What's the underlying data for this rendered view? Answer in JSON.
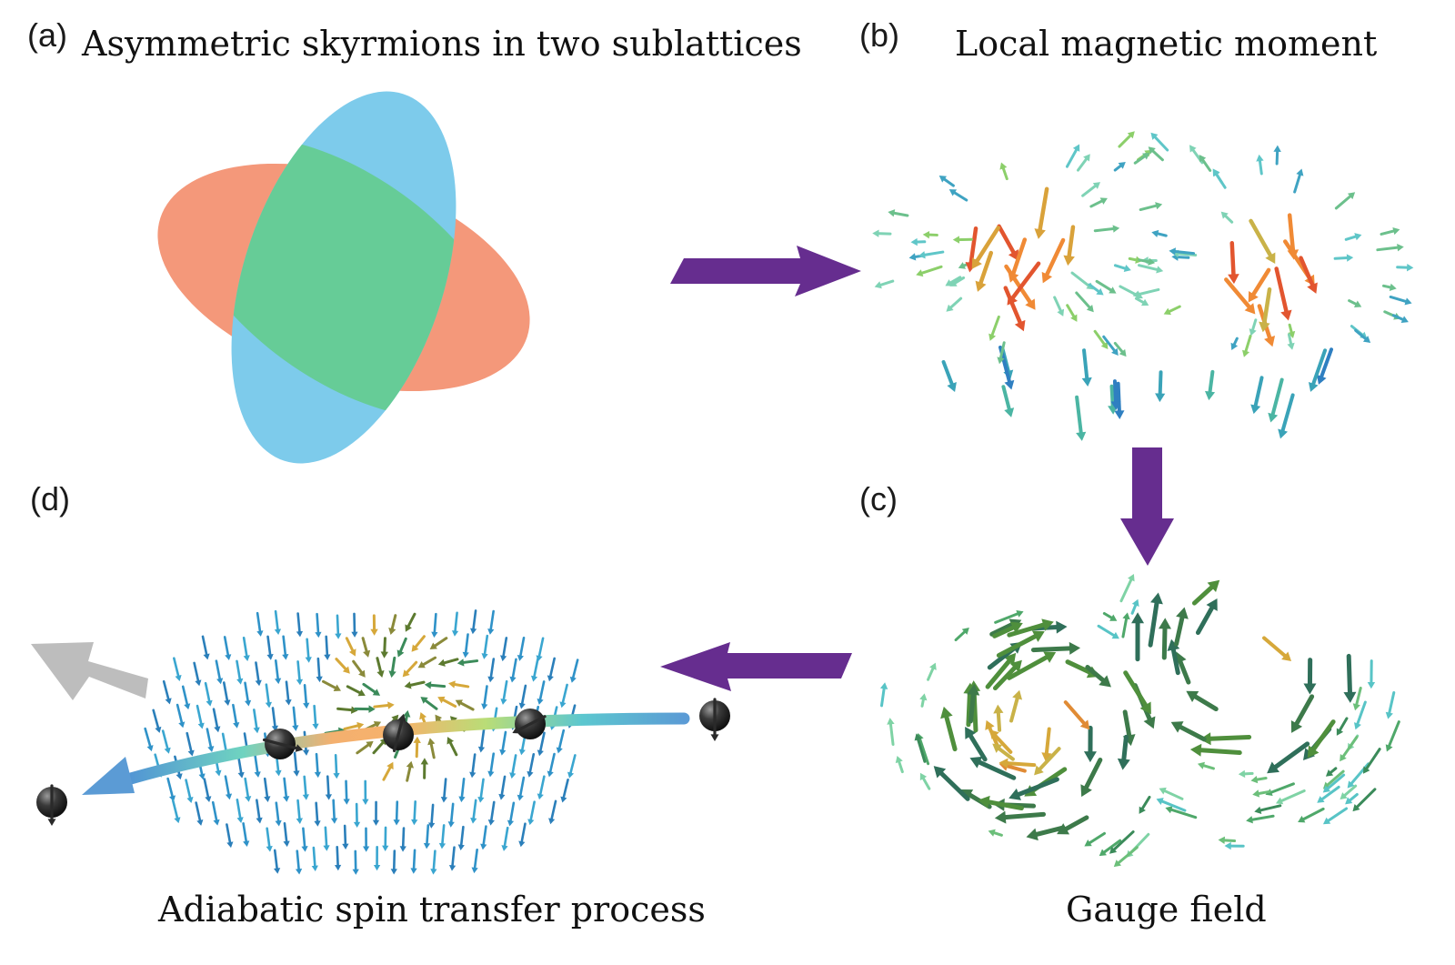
{
  "panels": {
    "a": {
      "letter": "(a)",
      "title": "Asymmetric skyrmions in two sublattices"
    },
    "b": {
      "letter": "(b)",
      "title": "Local magnetic moment"
    },
    "c": {
      "letter": "(c)",
      "title": "Gauge field"
    },
    "d": {
      "letter": "(d)",
      "title": "Adiabatic spin transfer process"
    }
  },
  "colors": {
    "sublattice_a": "#f4987a",
    "sublattice_b": "#7dcbeb",
    "overlap": "#66cc97",
    "flow_arrow": "#662d8f",
    "electron": "#2a2a2a",
    "outgoing_arrow": "#bdbdbd"
  },
  "icons": {
    "flow": "purple-block-arrow",
    "electron": "spin-sphere-icon",
    "spin": "spin-arrow-icon"
  }
}
